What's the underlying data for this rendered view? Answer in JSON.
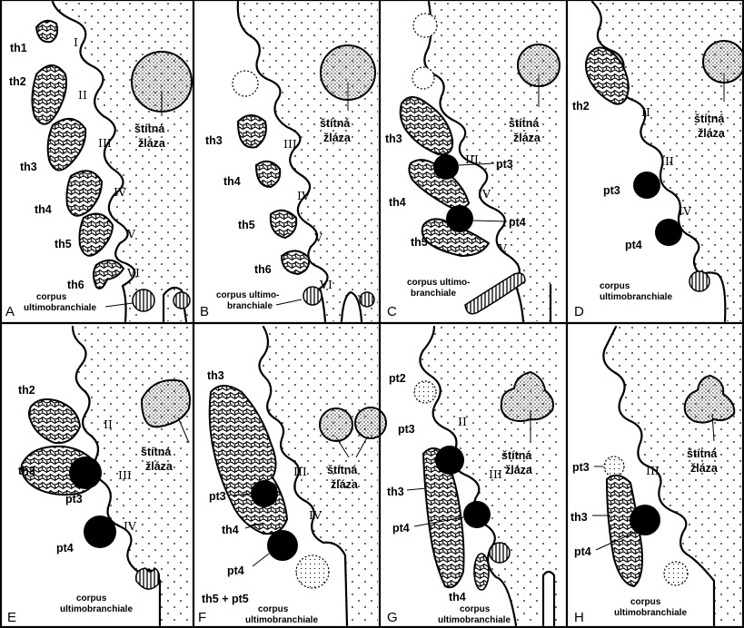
{
  "panels": [
    {
      "letter": "A",
      "labels": [
        "th1",
        "th2",
        "th3",
        "th4",
        "th5",
        "th6"
      ],
      "pouches": [
        "I",
        "II",
        "III",
        "IV",
        "V",
        "VI"
      ],
      "gland": "štítná žláza",
      "gland_line1": "štítná",
      "gland_line2": "žláza",
      "ub_line1": "corpus",
      "ub_line2": "ultimobranchiale"
    },
    {
      "letter": "B",
      "labels": [
        "th3",
        "th4",
        "th5",
        "th6"
      ],
      "pouches": [
        "III",
        "IV",
        "V",
        "VI"
      ],
      "gland_line1": "štítná",
      "gland_line2": "žláza",
      "ub_line1": "corpus ultimo-",
      "ub_line2": "branchiale"
    },
    {
      "letter": "C",
      "labels": [
        "th3",
        "th4",
        "th5",
        "pt3",
        "pt4"
      ],
      "pouches": [
        "III",
        "IV",
        "V"
      ],
      "gland_line1": "štítná",
      "gland_line2": "žláza",
      "ub_line1": "corpus ultimo-",
      "ub_line2": "branchiale"
    },
    {
      "letter": "D",
      "labels": [
        "th2",
        "pt3",
        "pt4"
      ],
      "pouches": [
        "II",
        "III",
        "IV"
      ],
      "gland_line1": "štítná",
      "gland_line2": "žláza",
      "ub_line1": "corpus",
      "ub_line2": "ultimobranchiale"
    },
    {
      "letter": "E",
      "labels": [
        "th2",
        "th3",
        "pt3",
        "pt4"
      ],
      "pouches": [
        "II",
        "III",
        "IV"
      ],
      "gland_line1": "štítná",
      "gland_line2": "žláza",
      "ub_line1": "corpus",
      "ub_line2": "ultimobranchiale"
    },
    {
      "letter": "F",
      "labels": [
        "th3",
        "pt3",
        "th4",
        "pt4",
        "th5 + pt5"
      ],
      "pouches": [
        "III",
        "IV"
      ],
      "gland_line1": "štítná",
      "gland_line2": "žláza",
      "ub_line1": "corpus",
      "ub_line2": "ultimobranchiale"
    },
    {
      "letter": "G",
      "labels": [
        "pt2",
        "pt3",
        "th3",
        "pt4",
        "th4"
      ],
      "pouches": [
        "II",
        "III"
      ],
      "gland_line1": "štítná",
      "gland_line2": "žláza",
      "ub_line1": "corpus",
      "ub_line2": "ultimobranchiale"
    },
    {
      "letter": "H",
      "labels": [
        "pt3",
        "th3",
        "pt4"
      ],
      "pouches": [
        "III"
      ],
      "gland_line1": "štítná",
      "gland_line2": "žláza",
      "ub_line1": "corpus",
      "ub_line2": "ultimobranchiale"
    }
  ]
}
